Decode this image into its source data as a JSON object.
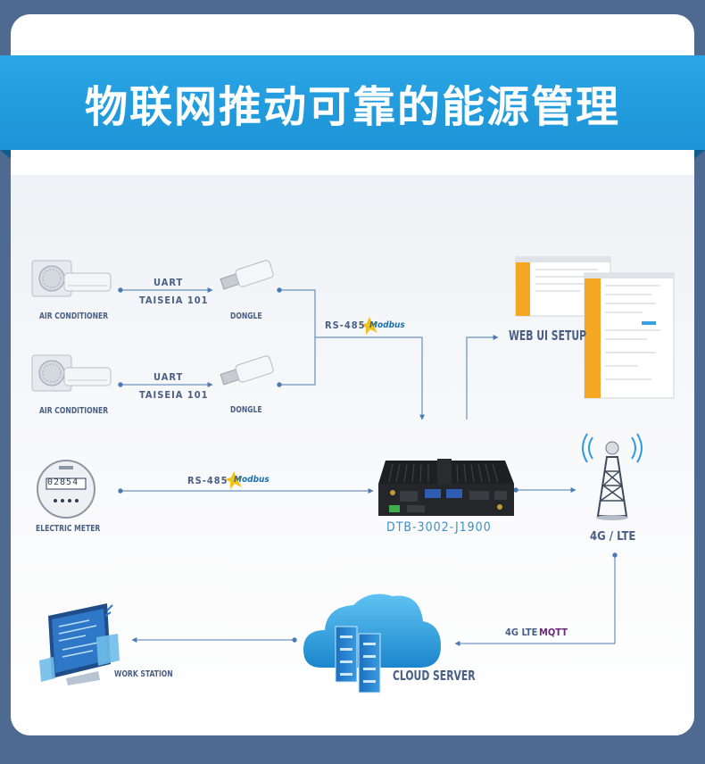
{
  "title": "物联网推动可靠的能源管理",
  "nodes": {
    "ac1": "AIR CONDITIONER",
    "ac2": "AIR CONDITIONER",
    "dongle1": "DONGLE",
    "dongle2": "DONGLE",
    "meter": "ELECTRIC METER",
    "meter_display": "02854",
    "web": "WEB UI SETUP",
    "tower": "4G / LTE",
    "device_model": "DTB-3002-J1900",
    "cloud": "CLOUD SERVER",
    "workstation": "WORK STATION"
  },
  "links": {
    "uart1": "UART",
    "taiseia1": "TAISEIA 101",
    "uart2": "UART",
    "taiseia2": "TAISEIA 101",
    "rs485_top": "RS-485",
    "rs485_mid": "RS-485",
    "modbus": "Modbus",
    "lte": "4G LTE",
    "mqtt": "MQTT"
  },
  "colors": {
    "banner": "#1c93d6",
    "frame": "#4f6a90",
    "line": "#4a7ab0",
    "label": "#4a5f84",
    "web_orange": "#f5a623",
    "mqtt": "#6a2a7a"
  }
}
